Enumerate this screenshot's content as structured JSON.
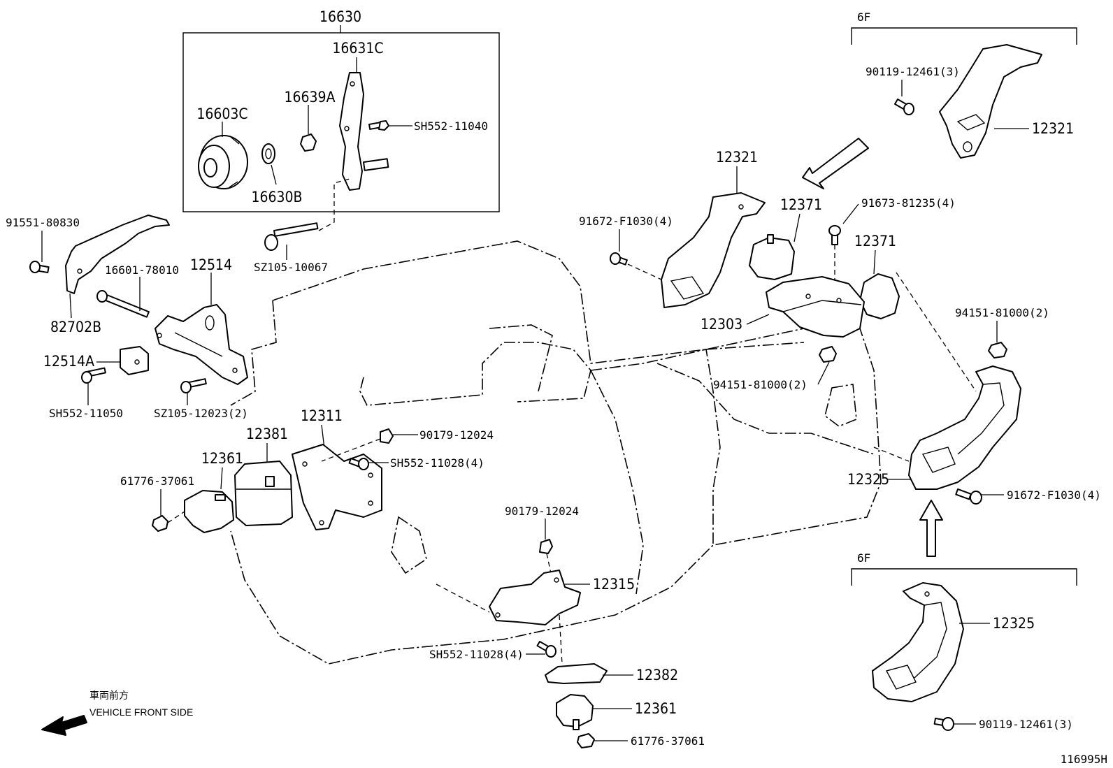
{
  "diagram_id": "116995H",
  "front_side": {
    "jp": "車両前方",
    "en": "VEHICLE FRONT SIDE"
  },
  "groups": {
    "top_left_box": "16630",
    "top_right": "6F",
    "bottom_right": "6F"
  },
  "parts": {
    "p16631C": "16631C",
    "p16603C": "16603C",
    "p16639A": "16639A",
    "p16630B": "16630B",
    "sh552_11040": "SH552-11040",
    "sz105_10067": "SZ105-10067",
    "p91551_80830": "91551-80830",
    "p16601_78010": "16601-78010",
    "p12514": "12514",
    "p82702B": "82702B",
    "p12514A": "12514A",
    "sh552_11050": "SH552-11050",
    "sz105_12023": "SZ105-12023(2)",
    "p12381": "12381",
    "p12311": "12311",
    "p12361_left": "12361",
    "p61776_left": "61776-37061",
    "p90179_upper": "90179-12024",
    "sh552_11028_upper": "SH552-11028(4)",
    "p90179_lower": "90179-12024",
    "p12315": "12315",
    "sh552_11028_lower": "SH552-11028(4)",
    "p12382": "12382",
    "p12361_bottom": "12361",
    "p61776_bottom": "61776-37061",
    "p90119_top": "90119-12461(3)",
    "p12321_top": "12321",
    "p12321_mid": "12321",
    "p12371_a": "12371",
    "p91673": "91673-81235(4)",
    "p91672_upper": "91672-F1030(4)",
    "p12371_b": "12371",
    "p12303": "12303",
    "p94151_right": "94151-81000(2)",
    "p94151_mid": "94151-81000(2)",
    "p12325_mid": "12325",
    "p91672_lower": "91672-F1030(4)",
    "p12325_bottom": "12325",
    "p90119_bottom": "90119-12461(3)"
  }
}
